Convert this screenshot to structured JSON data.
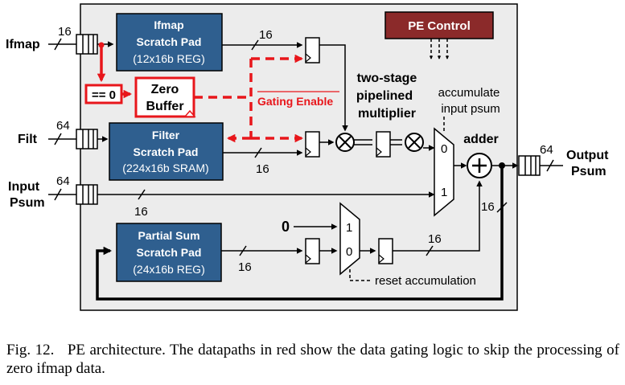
{
  "io": {
    "ifmap": "Ifmap",
    "filt": "Filt",
    "input_psum_1": "Input",
    "input_psum_2": "Psum",
    "output_psum_1": "Output",
    "output_psum_2": "Psum"
  },
  "blocks": {
    "ifmap_spad": {
      "title1": "Ifmap",
      "title2": "Scratch Pad",
      "spec": "(12x16b REG)"
    },
    "filter_spad": {
      "title1": "Filter",
      "title2": "Scratch Pad",
      "spec": "(224x16b SRAM)"
    },
    "psum_spad": {
      "title1": "Partial Sum",
      "title2": "Scratch Pad",
      "spec": "(24x16b REG)"
    },
    "pe_control": "PE Control",
    "zero_buffer": {
      "line1": "Zero",
      "line2": "Buffer"
    },
    "zero_compare": "== 0"
  },
  "labels": {
    "gating_enable": "Gating Enable",
    "multiplier_1": "two-stage",
    "multiplier_2": "pipelined",
    "multiplier_3": "multiplier",
    "accumulate_1": "accumulate",
    "accumulate_2": "input psum",
    "adder": "adder",
    "reset_accumulation": "reset accumulation",
    "const_zero": "0",
    "mux_a_in0": "0",
    "mux_a_in1": "1",
    "mux_b_in1": "1",
    "mux_b_in0": "0"
  },
  "bitwidths": {
    "ifmap_in": "16",
    "ifmap_spad_out": "16",
    "filt_in": "64",
    "filter_spad_out": "16",
    "psum_in": "64",
    "psum_in_bus": "16",
    "psum_spad_out": "16",
    "mux_to_adder": "16",
    "feedback": "16",
    "out": "64"
  },
  "caption": "Fig. 12.   PE architecture. The datapaths in red show the data gating logic to skip the processing of zero ifmap data.",
  "colors": {
    "block_fill": "#2f5f8f",
    "pe_control_fill": "#8b2a2a",
    "gating_red": "#e8161b",
    "pe_background": "#ececec"
  }
}
